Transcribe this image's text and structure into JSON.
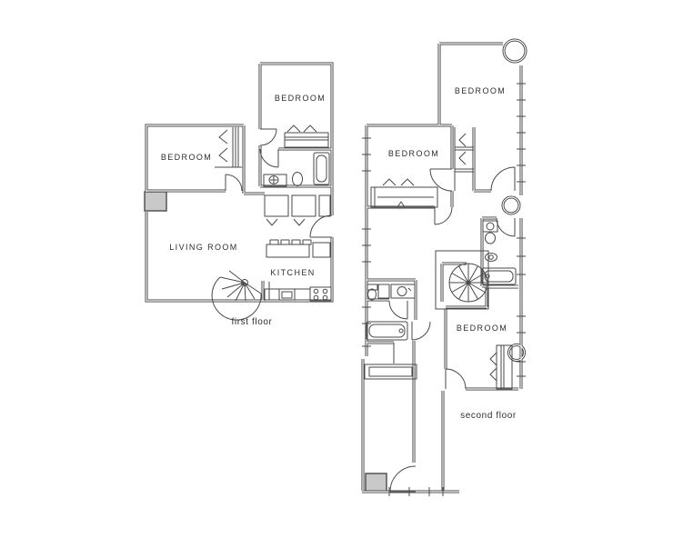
{
  "colors": {
    "wall_line": "#3c3c3c",
    "detail_line": "#4a4a4a",
    "chase_fill": "#c9c9c9",
    "background": "#ffffff",
    "text": "#2e2e2e"
  },
  "first_floor": {
    "caption": "first floor",
    "rooms": {
      "bedroom_top": "BEDROOM",
      "bedroom_left": "BEDROOM",
      "living_room": "LIVING ROOM",
      "kitchen": "KITCHEN"
    },
    "icons": [
      "spiral-staircase-icon",
      "bathtub-icon",
      "toilet-icon",
      "sink-icon",
      "stove-icon",
      "refrigerator-icon",
      "breakfast-bar-stools-icon",
      "closet-icon",
      "door-swing-icon",
      "chase-icon"
    ]
  },
  "second_floor": {
    "caption": "second floor",
    "rooms": {
      "bedroom_top": "BEDROOM",
      "bedroom_left": "BEDROOM",
      "bedroom_bottom": "BEDROOM"
    },
    "icons": [
      "spiral-staircase-icon",
      "bathtub-icon",
      "toilet-icon",
      "sink-icon",
      "closet-icon",
      "door-swing-icon",
      "column-icon",
      "window-wall-icon",
      "washer-icon",
      "chase-icon"
    ]
  }
}
